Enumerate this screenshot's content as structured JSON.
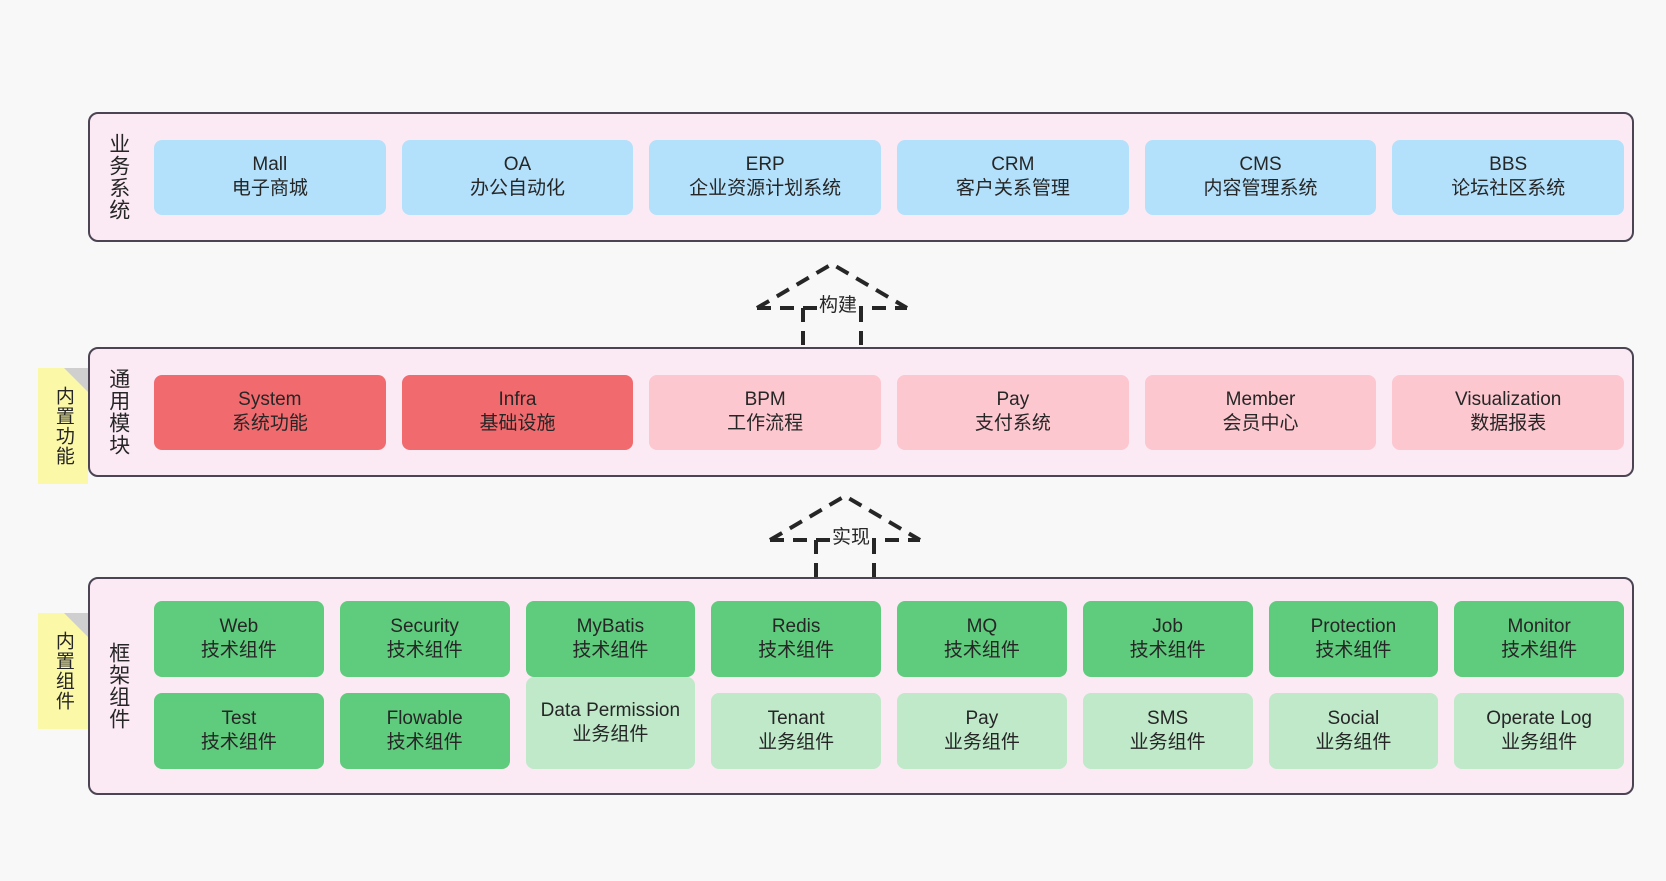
{
  "diagram": {
    "title": "Project architecture layer diagram",
    "background_color": "#f8f8f8",
    "panel_fill": "#fbeaf4",
    "panel_border": "#4a4453"
  },
  "layers": [
    {
      "id": "business",
      "title": "业务系统",
      "color": "#b3e0fb",
      "cards": [
        {
          "en": "Mall",
          "cn": "电子商城"
        },
        {
          "en": "OA",
          "cn": "办公自动化"
        },
        {
          "en": "ERP",
          "cn": "企业资源计划系统"
        },
        {
          "en": "CRM",
          "cn": "客户关系管理"
        },
        {
          "en": "CMS",
          "cn": "内容管理系统"
        },
        {
          "en": "BBS",
          "cn": "论坛社区系统"
        }
      ]
    },
    {
      "id": "common",
      "title": "通用模块",
      "note": "内置功能",
      "note_color": "#fbf8a8",
      "cards": [
        {
          "en": "System",
          "cn": "系统功能",
          "color": "#f16a6e"
        },
        {
          "en": "Infra",
          "cn": "基础设施",
          "color": "#f16a6e"
        },
        {
          "en": "BPM",
          "cn": "工作流程",
          "color": "#fcc7cf"
        },
        {
          "en": "Pay",
          "cn": "支付系统",
          "color": "#fcc7cf"
        },
        {
          "en": "Member",
          "cn": "会员中心",
          "color": "#fcc7cf"
        },
        {
          "en": "Visualization",
          "cn": "数据报表",
          "color": "#fcc7cf"
        }
      ]
    },
    {
      "id": "framework",
      "title": "框架组件",
      "note": "内置组件",
      "note_color": "#fbf8a8",
      "columns": [
        {
          "top": {
            "en": "Web",
            "cn": "技术组件",
            "color": "#5fcb7d"
          },
          "bottom": {
            "en": "Test",
            "cn": "技术组件",
            "color": "#5fcb7d"
          }
        },
        {
          "top": {
            "en": "Security",
            "cn": "技术组件",
            "color": "#5fcb7d"
          },
          "bottom": {
            "en": "Flowable",
            "cn": "技术组件",
            "color": "#5fcb7d"
          }
        },
        {
          "top": {
            "en": "MyBatis",
            "cn": "技术组件",
            "color": "#5fcb7d"
          },
          "bottom": {
            "en": "Data Permission",
            "cn": "业务组件",
            "color": "#bfe9c9",
            "tall": true
          }
        },
        {
          "top": {
            "en": "Redis",
            "cn": "技术组件",
            "color": "#5fcb7d"
          },
          "bottom": {
            "en": "Tenant",
            "cn": "业务组件",
            "color": "#bfe9c9"
          }
        },
        {
          "top": {
            "en": "MQ",
            "cn": "技术组件",
            "color": "#5fcb7d"
          },
          "bottom": {
            "en": "Pay",
            "cn": "业务组件",
            "color": "#bfe9c9"
          }
        },
        {
          "top": {
            "en": "Job",
            "cn": "技术组件",
            "color": "#5fcb7d"
          },
          "bottom": {
            "en": "SMS",
            "cn": "业务组件",
            "color": "#bfe9c9"
          }
        },
        {
          "top": {
            "en": "Protection",
            "cn": "技术组件",
            "color": "#5fcb7d"
          },
          "bottom": {
            "en": "Social",
            "cn": "业务组件",
            "color": "#bfe9c9"
          }
        },
        {
          "top": {
            "en": "Monitor",
            "cn": "技术组件",
            "color": "#5fcb7d"
          },
          "bottom": {
            "en": "Operate Log",
            "cn": "业务组件",
            "color": "#bfe9c9"
          }
        }
      ]
    }
  ],
  "connectors": [
    {
      "id": "build",
      "label": "构建",
      "style": "dashed-hollow-arrow-up",
      "from": "common",
      "to": "business"
    },
    {
      "id": "impl",
      "label": "实现",
      "style": "dashed-hollow-arrow-up",
      "from": "framework",
      "to": "common"
    }
  ]
}
